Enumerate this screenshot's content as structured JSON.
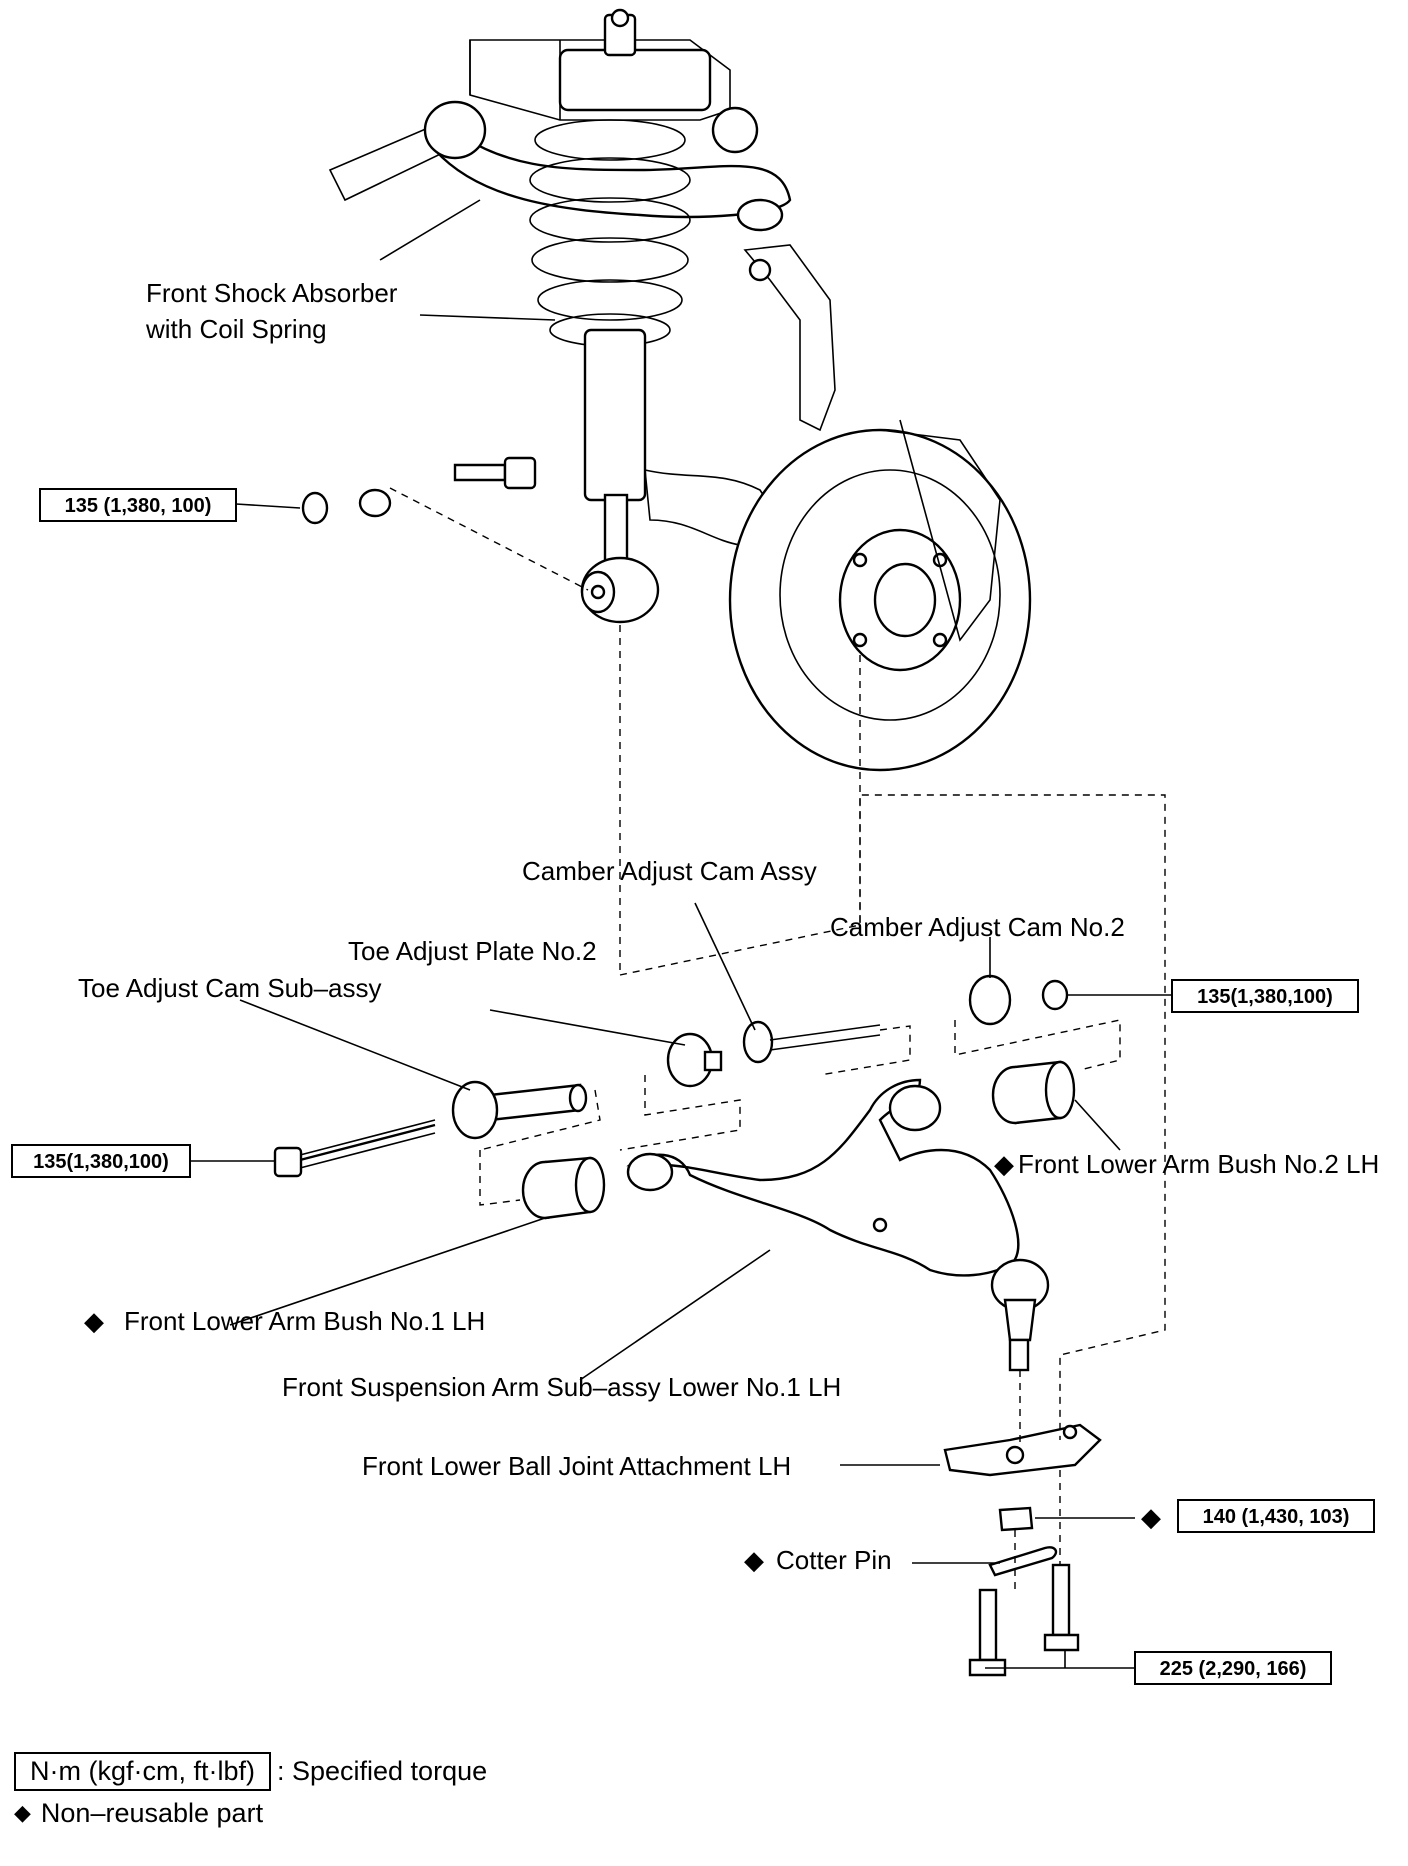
{
  "labels": {
    "shock_absorber_line1": "Front Shock Absorber",
    "shock_absorber_line2": "with Coil Spring",
    "camber_adjust_cam_assy": "Camber Adjust Cam Assy",
    "camber_adjust_cam_no2": "Camber Adjust Cam No.2",
    "toe_adjust_plate_no2": "Toe Adjust Plate No.2",
    "toe_adjust_cam_sub_assy": "Toe Adjust Cam Sub–assy",
    "front_lower_arm_bush_no2": "Front Lower Arm Bush No.2 LH",
    "front_lower_arm_bush_no1": "Front Lower Arm Bush No.1 LH",
    "front_suspension_arm": "Front Suspension Arm Sub–assy Lower No.1 LH",
    "front_lower_ball_joint": "Front Lower Ball Joint Attachment LH",
    "cotter_pin": "Cotter Pin"
  },
  "torques": {
    "shock_nut": "135 (1,380, 100)",
    "camber_cam_nut": "135(1,380,100)",
    "toe_cam_bolt": "135(1,380,100)",
    "ball_joint_nut": "140 (1,430, 103)",
    "attachment_bolts": "225 (2,290, 166)"
  },
  "symbols": {
    "non_reusable": "◆"
  },
  "legend": {
    "unit_box": "N·m (kgf·cm, ft·lbf)",
    "unit_desc": ": Specified torque",
    "non_reusable": "Non–reusable part"
  }
}
